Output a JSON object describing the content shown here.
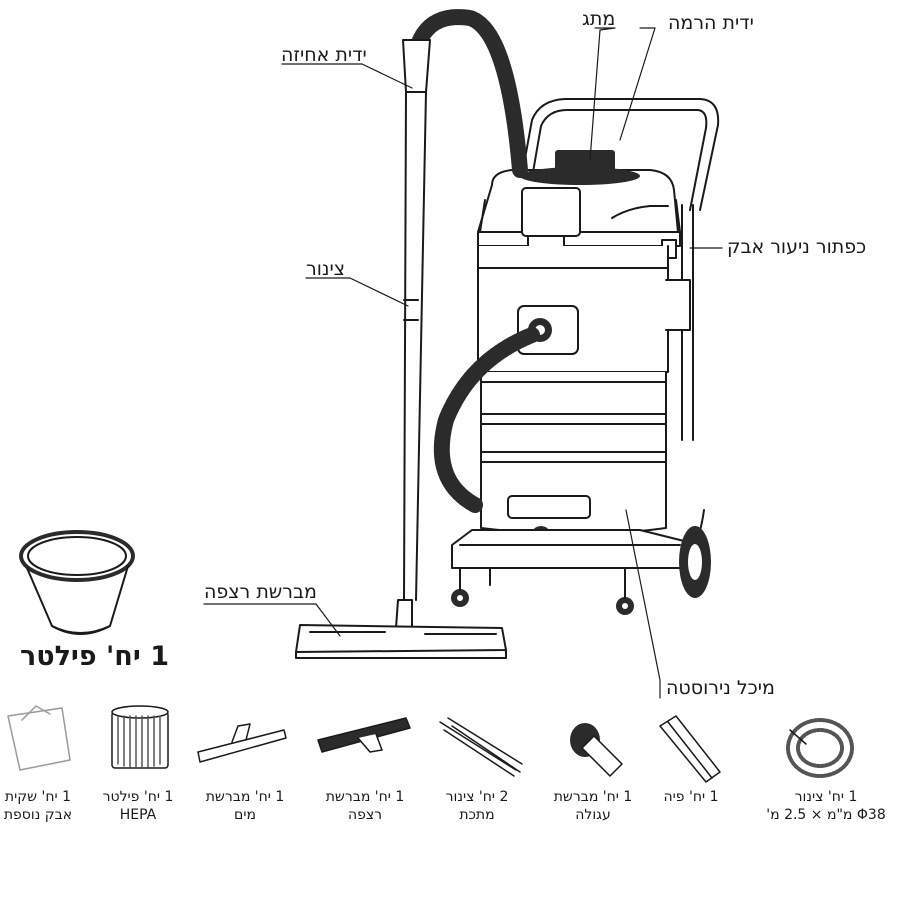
{
  "labels": {
    "grip_handle": "ידית אחיזה",
    "switch": "מתג",
    "lift_handle": "ידית הרמה",
    "dust_shake_button": "כפתור ניעור אבק",
    "tube": "צינור",
    "floor_brush": "מברשת רצפה",
    "stainless_tank": "מיכל נירוסטה"
  },
  "filter_caption": "1 יח' פילטר",
  "accessories": [
    {
      "line1": "1 יח' שקית",
      "line2": "אבק נוספת",
      "icon": "dust-bag-icon"
    },
    {
      "line1": "1 יח' פילטר",
      "line2": "HEPA",
      "icon": "hepa-filter-icon"
    },
    {
      "line1": "1 יח' מברשת",
      "line2": "מים",
      "icon": "water-brush-icon"
    },
    {
      "line1": "1 יח' מברשת",
      "line2": "רצפה",
      "icon": "floor-brush-icon"
    },
    {
      "line1": "2 יח' צינור",
      "line2": "מתכת",
      "icon": "metal-tubes-icon"
    },
    {
      "line1": "1 יח' מברשת",
      "line2": "עגולה",
      "icon": "round-brush-icon"
    },
    {
      "line1": "1 יח' פיה",
      "line2": "",
      "icon": "crevice-nozzle-icon"
    },
    {
      "line1": "1 יח' צינור",
      "line2": "Φ38 מ\"מ × 2.5 מ'",
      "icon": "hose-icon"
    }
  ]
}
